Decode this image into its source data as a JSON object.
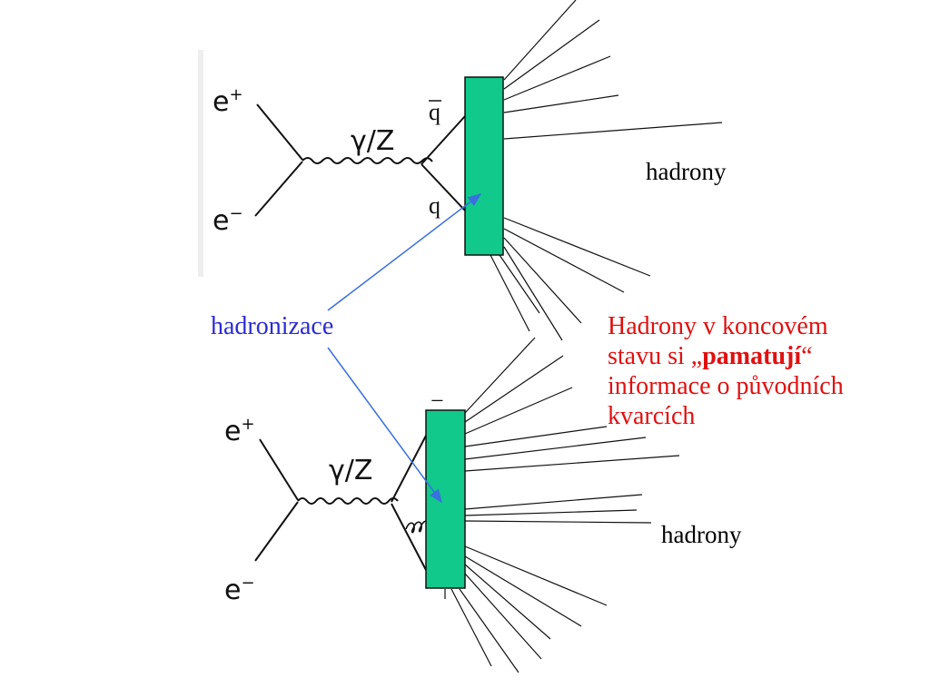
{
  "diagrams": [
    {
      "incoming_top": "e",
      "incoming_top_charge": "+",
      "incoming_bottom": "e",
      "incoming_bottom_charge": "−",
      "propagator": "γ/Z",
      "quark_top": "q",
      "quark_bottom": "q"
    },
    {
      "incoming_top": "e",
      "incoming_top_charge": "+",
      "incoming_bottom": "e",
      "incoming_bottom_charge": "−",
      "propagator": "γ/Z",
      "quark_top_bar": "−"
    }
  ],
  "labels": {
    "hadrony_top": "hadrony",
    "hadrony_bottom": "hadrony",
    "hadronizace": "hadronizace"
  },
  "note": {
    "line1": "Hadrony v koncovém",
    "line2_prefix": "stavu si „",
    "line2_bold": "pamatují",
    "line2_suffix": "“",
    "line3": "informace o původních",
    "line4": "kvarcích"
  },
  "colors": {
    "hadronization_box": "#10c98a",
    "arrow": "#3a6fe0",
    "hadronizace_text": "#2b2bd6",
    "note_text": "#e01010"
  }
}
